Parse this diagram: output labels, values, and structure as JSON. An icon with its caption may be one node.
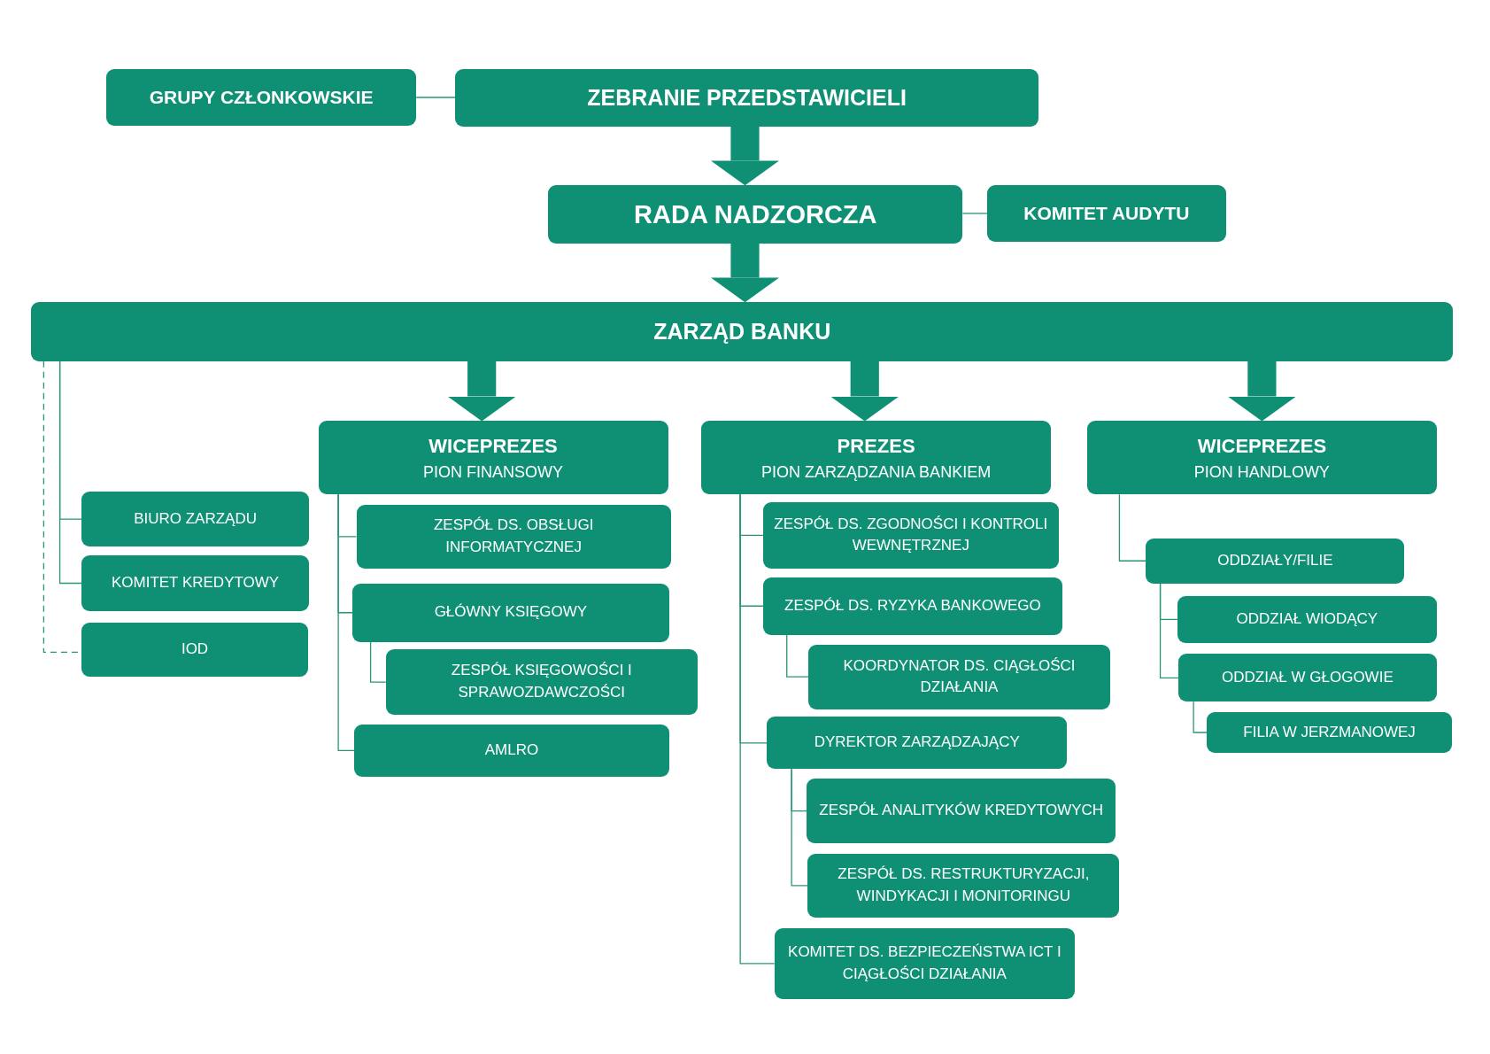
{
  "diagram": {
    "nodes": [
      {
        "text": [
          "GRUPY CZŁONKOWSKIE"
        ]
      },
      {
        "text": [
          "ZEBRANIE PRZEDSTAWICIELI"
        ]
      },
      {
        "text": [
          "RADA NADZORCZA"
        ]
      },
      {
        "text": [
          "KOMITET AUDYTU"
        ]
      },
      {
        "text": [
          "ZARZĄD BANKU"
        ]
      },
      {
        "text": [
          "WICEPREZES",
          "PION FINANSOWY"
        ]
      },
      {
        "text": [
          "PREZES",
          "PION ZARZĄDZANIA BANKIEM"
        ]
      },
      {
        "text": [
          "WICEPREZES",
          "PION HANDLOWY"
        ]
      },
      {
        "text": [
          "BIURO ZARZĄDU"
        ]
      },
      {
        "text": [
          "KOMITET KREDYTOWY"
        ]
      },
      {
        "text": [
          "IOD"
        ]
      },
      {
        "text": [
          "ZESPÓŁ DS. OBSŁUGI INFORMATYCZNEJ"
        ]
      },
      {
        "text": [
          "GŁÓWNY KSIĘGOWY"
        ]
      },
      {
        "text": [
          "ZESPÓŁ KSIĘGOWOŚCI I SPRAWOZDAWCZOŚCI"
        ]
      },
      {
        "text": [
          "AMLRO"
        ]
      },
      {
        "text": [
          "ZESPÓŁ DS. ZGODNOŚCI I KONTROLI WEWNĘTRZNEJ"
        ]
      },
      {
        "text": [
          "ZESPÓŁ DS. RYZYKA BANKOWEGO"
        ]
      },
      {
        "text": [
          "KOORDYNATOR DS. CIĄGŁOŚCI DZIAŁANIA"
        ]
      },
      {
        "text": [
          "DYREKTOR ZARZĄDZAJĄCY"
        ]
      },
      {
        "text": [
          "ZESPÓŁ ANALITYKÓW KREDYTOWYCH"
        ]
      },
      {
        "text": [
          "ZESPÓŁ DS. RESTRUKTURYZACJI, WINDYKACJI I MONITORINGU"
        ]
      },
      {
        "text": [
          "KOMITET DS. BEZPIECZEŃSTWA ICT I CIĄGŁOŚCI DZIAŁANIA"
        ]
      },
      {
        "text": [
          "ODDZIAŁY/FILIE"
        ]
      },
      {
        "text": [
          "ODDZIAŁ WIODĄCY"
        ]
      },
      {
        "text": [
          "ODDZIAŁ W GŁOGOWIE"
        ]
      },
      {
        "text": [
          "FILIA W JERZMANOWEJ"
        ]
      }
    ],
    "edges": [
      {
        "from": 0,
        "to": 1,
        "arrow": "none"
      },
      {
        "from": 1,
        "to": 2,
        "arrow": "to",
        "style": "thick"
      },
      {
        "from": 2,
        "to": 3,
        "arrow": "none"
      },
      {
        "from": 2,
        "to": 4,
        "arrow": "to",
        "style": "thick"
      },
      {
        "from": 4,
        "to": 5,
        "arrow": "to",
        "style": "thick"
      },
      {
        "from": 4,
        "to": 6,
        "arrow": "to",
        "style": "thick"
      },
      {
        "from": 4,
        "to": 7,
        "arrow": "to",
        "style": "thick"
      },
      {
        "from": 4,
        "to": 8,
        "arrow": "none"
      },
      {
        "from": 4,
        "to": 9,
        "arrow": "none"
      },
      {
        "from": 4,
        "to": 10,
        "arrow": "none",
        "style": "dashed"
      },
      {
        "from": 5,
        "to": 11,
        "arrow": "none"
      },
      {
        "from": 5,
        "to": 12,
        "arrow": "none"
      },
      {
        "from": 12,
        "to": 13,
        "arrow": "none"
      },
      {
        "from": 5,
        "to": 14,
        "arrow": "none"
      },
      {
        "from": 6,
        "to": 15,
        "arrow": "none"
      },
      {
        "from": 6,
        "to": 16,
        "arrow": "none"
      },
      {
        "from": 16,
        "to": 17,
        "arrow": "none"
      },
      {
        "from": 6,
        "to": 18,
        "arrow": "none"
      },
      {
        "from": 18,
        "to": 19,
        "arrow": "none"
      },
      {
        "from": 18,
        "to": 20,
        "arrow": "none"
      },
      {
        "from": 6,
        "to": 21,
        "arrow": "none"
      },
      {
        "from": 7,
        "to": 22,
        "arrow": "none"
      },
      {
        "from": 22,
        "to": 23,
        "arrow": "none"
      },
      {
        "from": 22,
        "to": 24,
        "arrow": "none"
      },
      {
        "from": 24,
        "to": 25,
        "arrow": "none"
      }
    ]
  }
}
